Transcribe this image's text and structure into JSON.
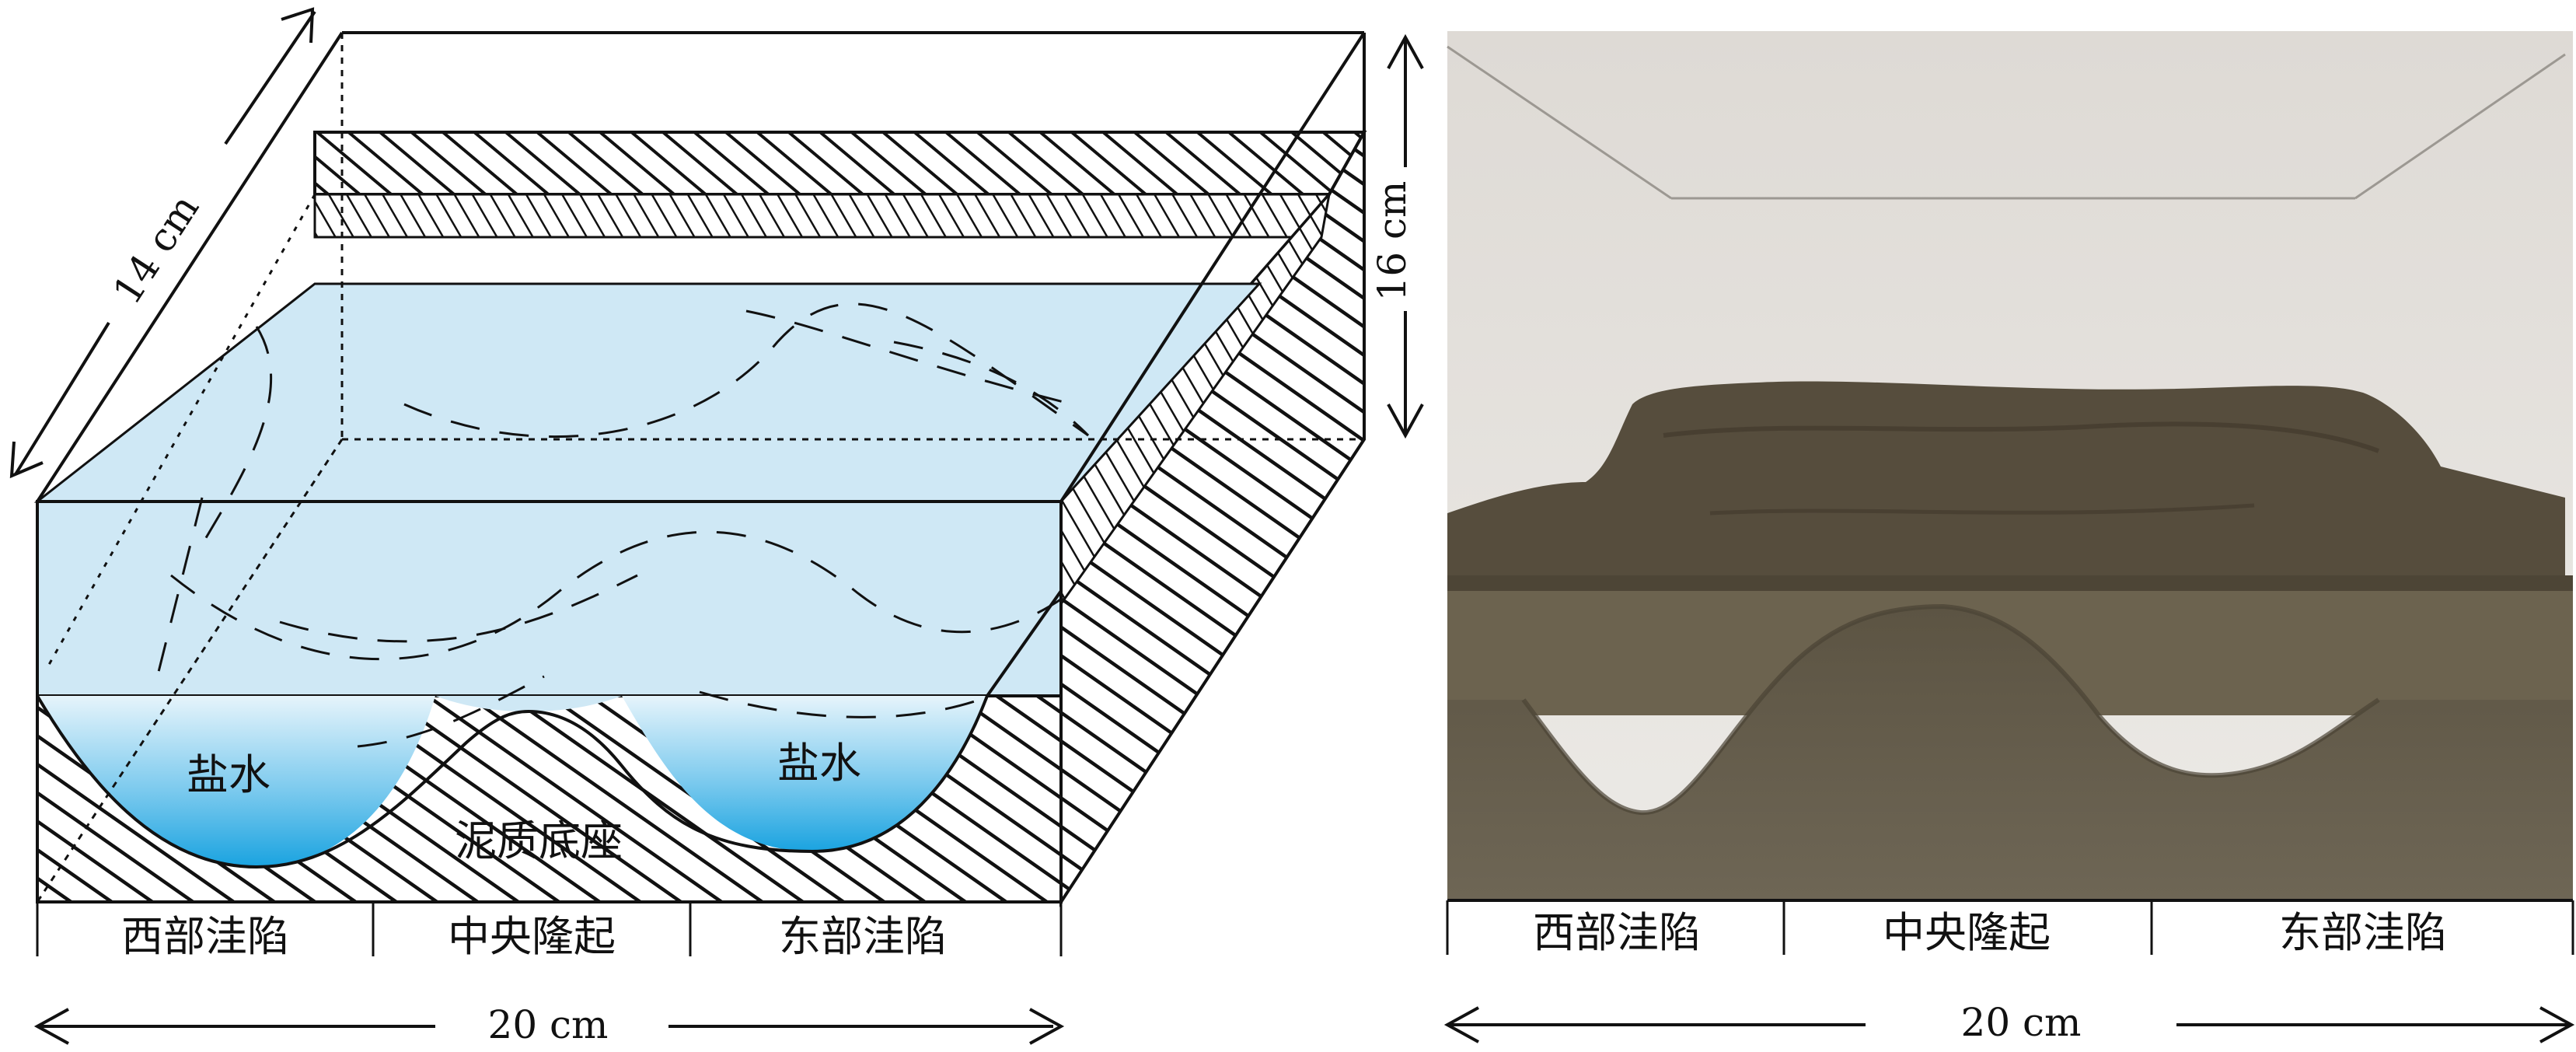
{
  "left_model": {
    "dimensions": {
      "depth": "14 cm",
      "height": "16 cm",
      "width": "20 cm"
    },
    "labels": {
      "salt_water_west": "盐水",
      "salt_water_east": "盐水",
      "mud_base": "泥质底座"
    },
    "zones": [
      "西部洼陷",
      "中央隆起",
      "东部洼陷"
    ]
  },
  "right_photo": {
    "dimensions": {
      "width": "20 cm"
    },
    "zones": [
      "西部洼陷",
      "中央隆起",
      "东部洼陷"
    ]
  },
  "colors": {
    "water": "#cfe8f5",
    "brine_top": "#e6f4fb",
    "brine_bottom": "#1aa3e0",
    "photo_wall": "#e6e3df",
    "photo_mud": "#58503f",
    "photo_water": "#6c634f"
  }
}
